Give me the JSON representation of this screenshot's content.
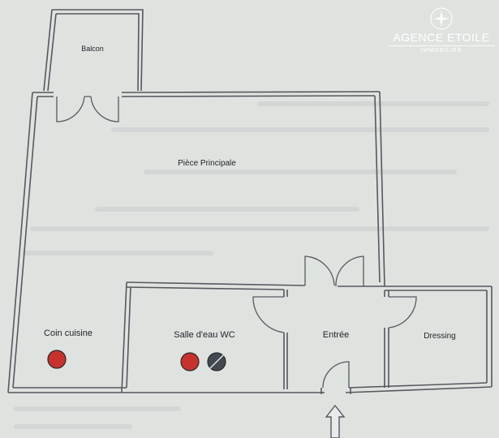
{
  "brand": {
    "name": "AGENCE ETOILE",
    "subtitle": "IMMOBILIER"
  },
  "rooms": {
    "balcony": "Balcon",
    "main_room": "Pièce Principale",
    "kitchen": "Coin cuisine",
    "bathroom": "Salle d'eau WC",
    "entrance": "Entrée",
    "dressing": "Dressing"
  },
  "colors": {
    "background": "#dfe3e0",
    "wall": "#55595f",
    "kitchen_dot": "#c8322d",
    "bath_dot_red": "#c8322d",
    "bath_dot_dark": "#444850"
  }
}
